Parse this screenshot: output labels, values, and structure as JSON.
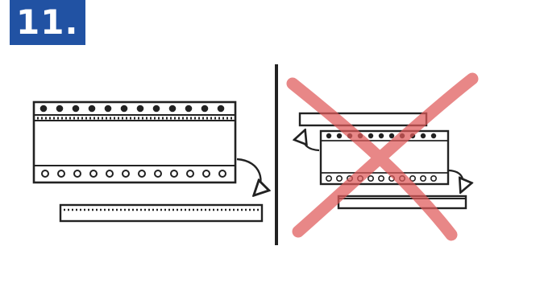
{
  "header": {
    "step_number": "11."
  },
  "colors": {
    "badge_background": "#2152a3",
    "badge_text": "#ffffff",
    "line_art": "#222222",
    "cross_mark": "#e05a5a"
  },
  "panels": {
    "correct": {
      "holder_frames": "film-strip-with-sprocket-holes",
      "action": "slide-film-under-holder",
      "arrow_icon": "curved-arrow-down-right-icon"
    },
    "incorrect": {
      "cross_icon": "red-x-cross-icon",
      "arrows": [
        "curved-arrow-up-left-icon",
        "curved-arrow-down-right-icon"
      ]
    }
  }
}
